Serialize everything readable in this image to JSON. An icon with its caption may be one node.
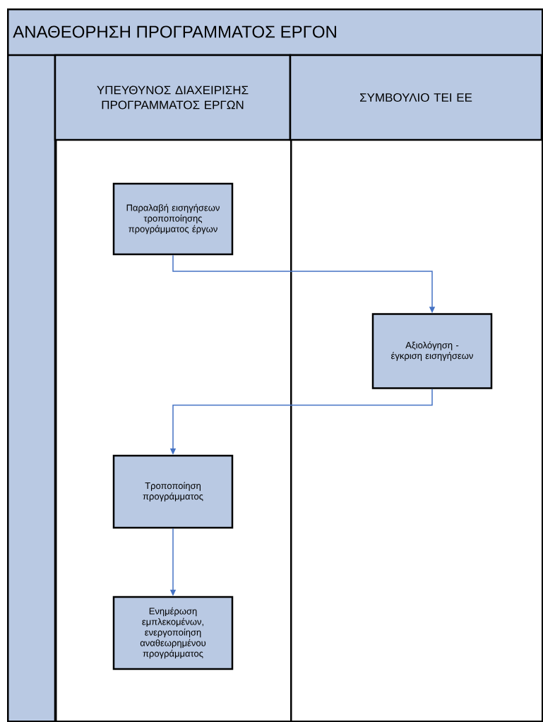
{
  "diagram": {
    "nodes": [
      {
        "text": [
          "ΑΝΑΘΕΟΡΗΣΗ ΠΡΟΓΡΑΜΜΑΤΟΣ ΕΡΓΟΝ"
        ]
      },
      {
        "text": [
          "ΥΠΕΥΘΥΝΟΣ ΔΙΑΧΕΙΡΙΣΗΣ ΠΡΟΓΡΑΜΜΑΤΟΣ ΕΡΓΩΝ"
        ],
        "in": 0
      },
      {
        "text": [
          "ΣΥΜΒΟΥΛΙΟ ΤΕΙ ΕΕ"
        ],
        "in": 0
      },
      {
        "text": [
          "Παραλαβή εισηγήσεων τροποποίησης προγράμματος έργων"
        ],
        "in": 1
      },
      {
        "text": [
          "Αξιολόγηση - έγκριση εισηγήσεων"
        ],
        "in": 2
      },
      {
        "text": [
          "Τροποποίηση προγράμματος"
        ],
        "in": 1
      },
      {
        "text": [
          "Ενημέρωση εμπλεκομένων, ενεργοποίηση αναθεωρημένου προγράμματος"
        ],
        "in": 1
      }
    ],
    "edges": [
      {
        "from": 3,
        "to": 4,
        "arrow": "to"
      },
      {
        "from": 4,
        "to": 5,
        "arrow": "to"
      },
      {
        "from": 5,
        "to": 6,
        "arrow": "to"
      }
    ]
  }
}
